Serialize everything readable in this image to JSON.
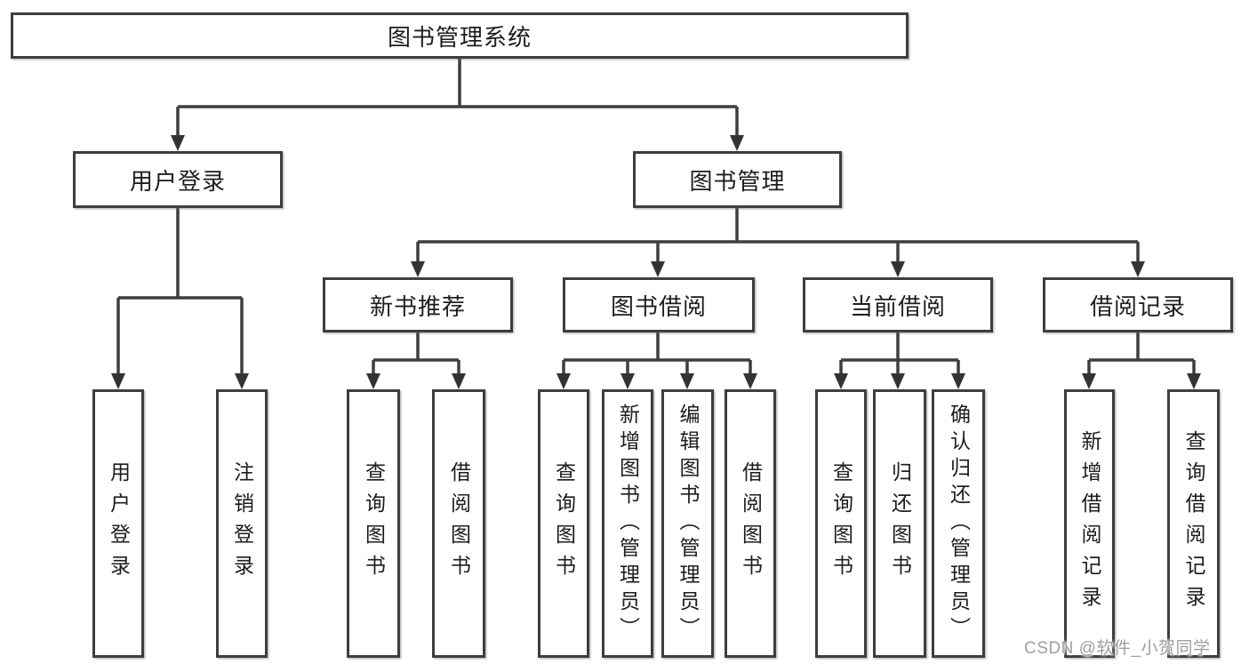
{
  "diagram": {
    "root": {
      "label": "图书管理系统"
    },
    "branches": [
      {
        "label": "用户登录",
        "children": [
          {
            "label": "用户登录"
          },
          {
            "label": "注销登录"
          }
        ]
      },
      {
        "label": "图书管理",
        "children": [
          {
            "label": "新书推荐",
            "children": [
              {
                "label": "查询图书"
              },
              {
                "label": "借阅图书"
              }
            ]
          },
          {
            "label": "图书借阅",
            "children": [
              {
                "label": "查询图书"
              },
              {
                "label": "新增图书（管理员）"
              },
              {
                "label": "编辑图书（管理员）"
              },
              {
                "label": "借阅图书"
              }
            ]
          },
          {
            "label": "当前借阅",
            "children": [
              {
                "label": "查询图书"
              },
              {
                "label": "归还图书"
              },
              {
                "label": "确认归还（管理员）"
              }
            ]
          },
          {
            "label": "借阅记录",
            "children": [
              {
                "label": "新增借阅记录"
              },
              {
                "label": "查询借阅记录"
              }
            ]
          }
        ]
      }
    ]
  },
  "watermark": {
    "text": "CSDN @软件_小贺同学"
  },
  "colors": {
    "line": "#3e3e3e",
    "text": "#1d1d1d",
    "background": "#ffffff",
    "watermark": "#9e9e9e"
  }
}
